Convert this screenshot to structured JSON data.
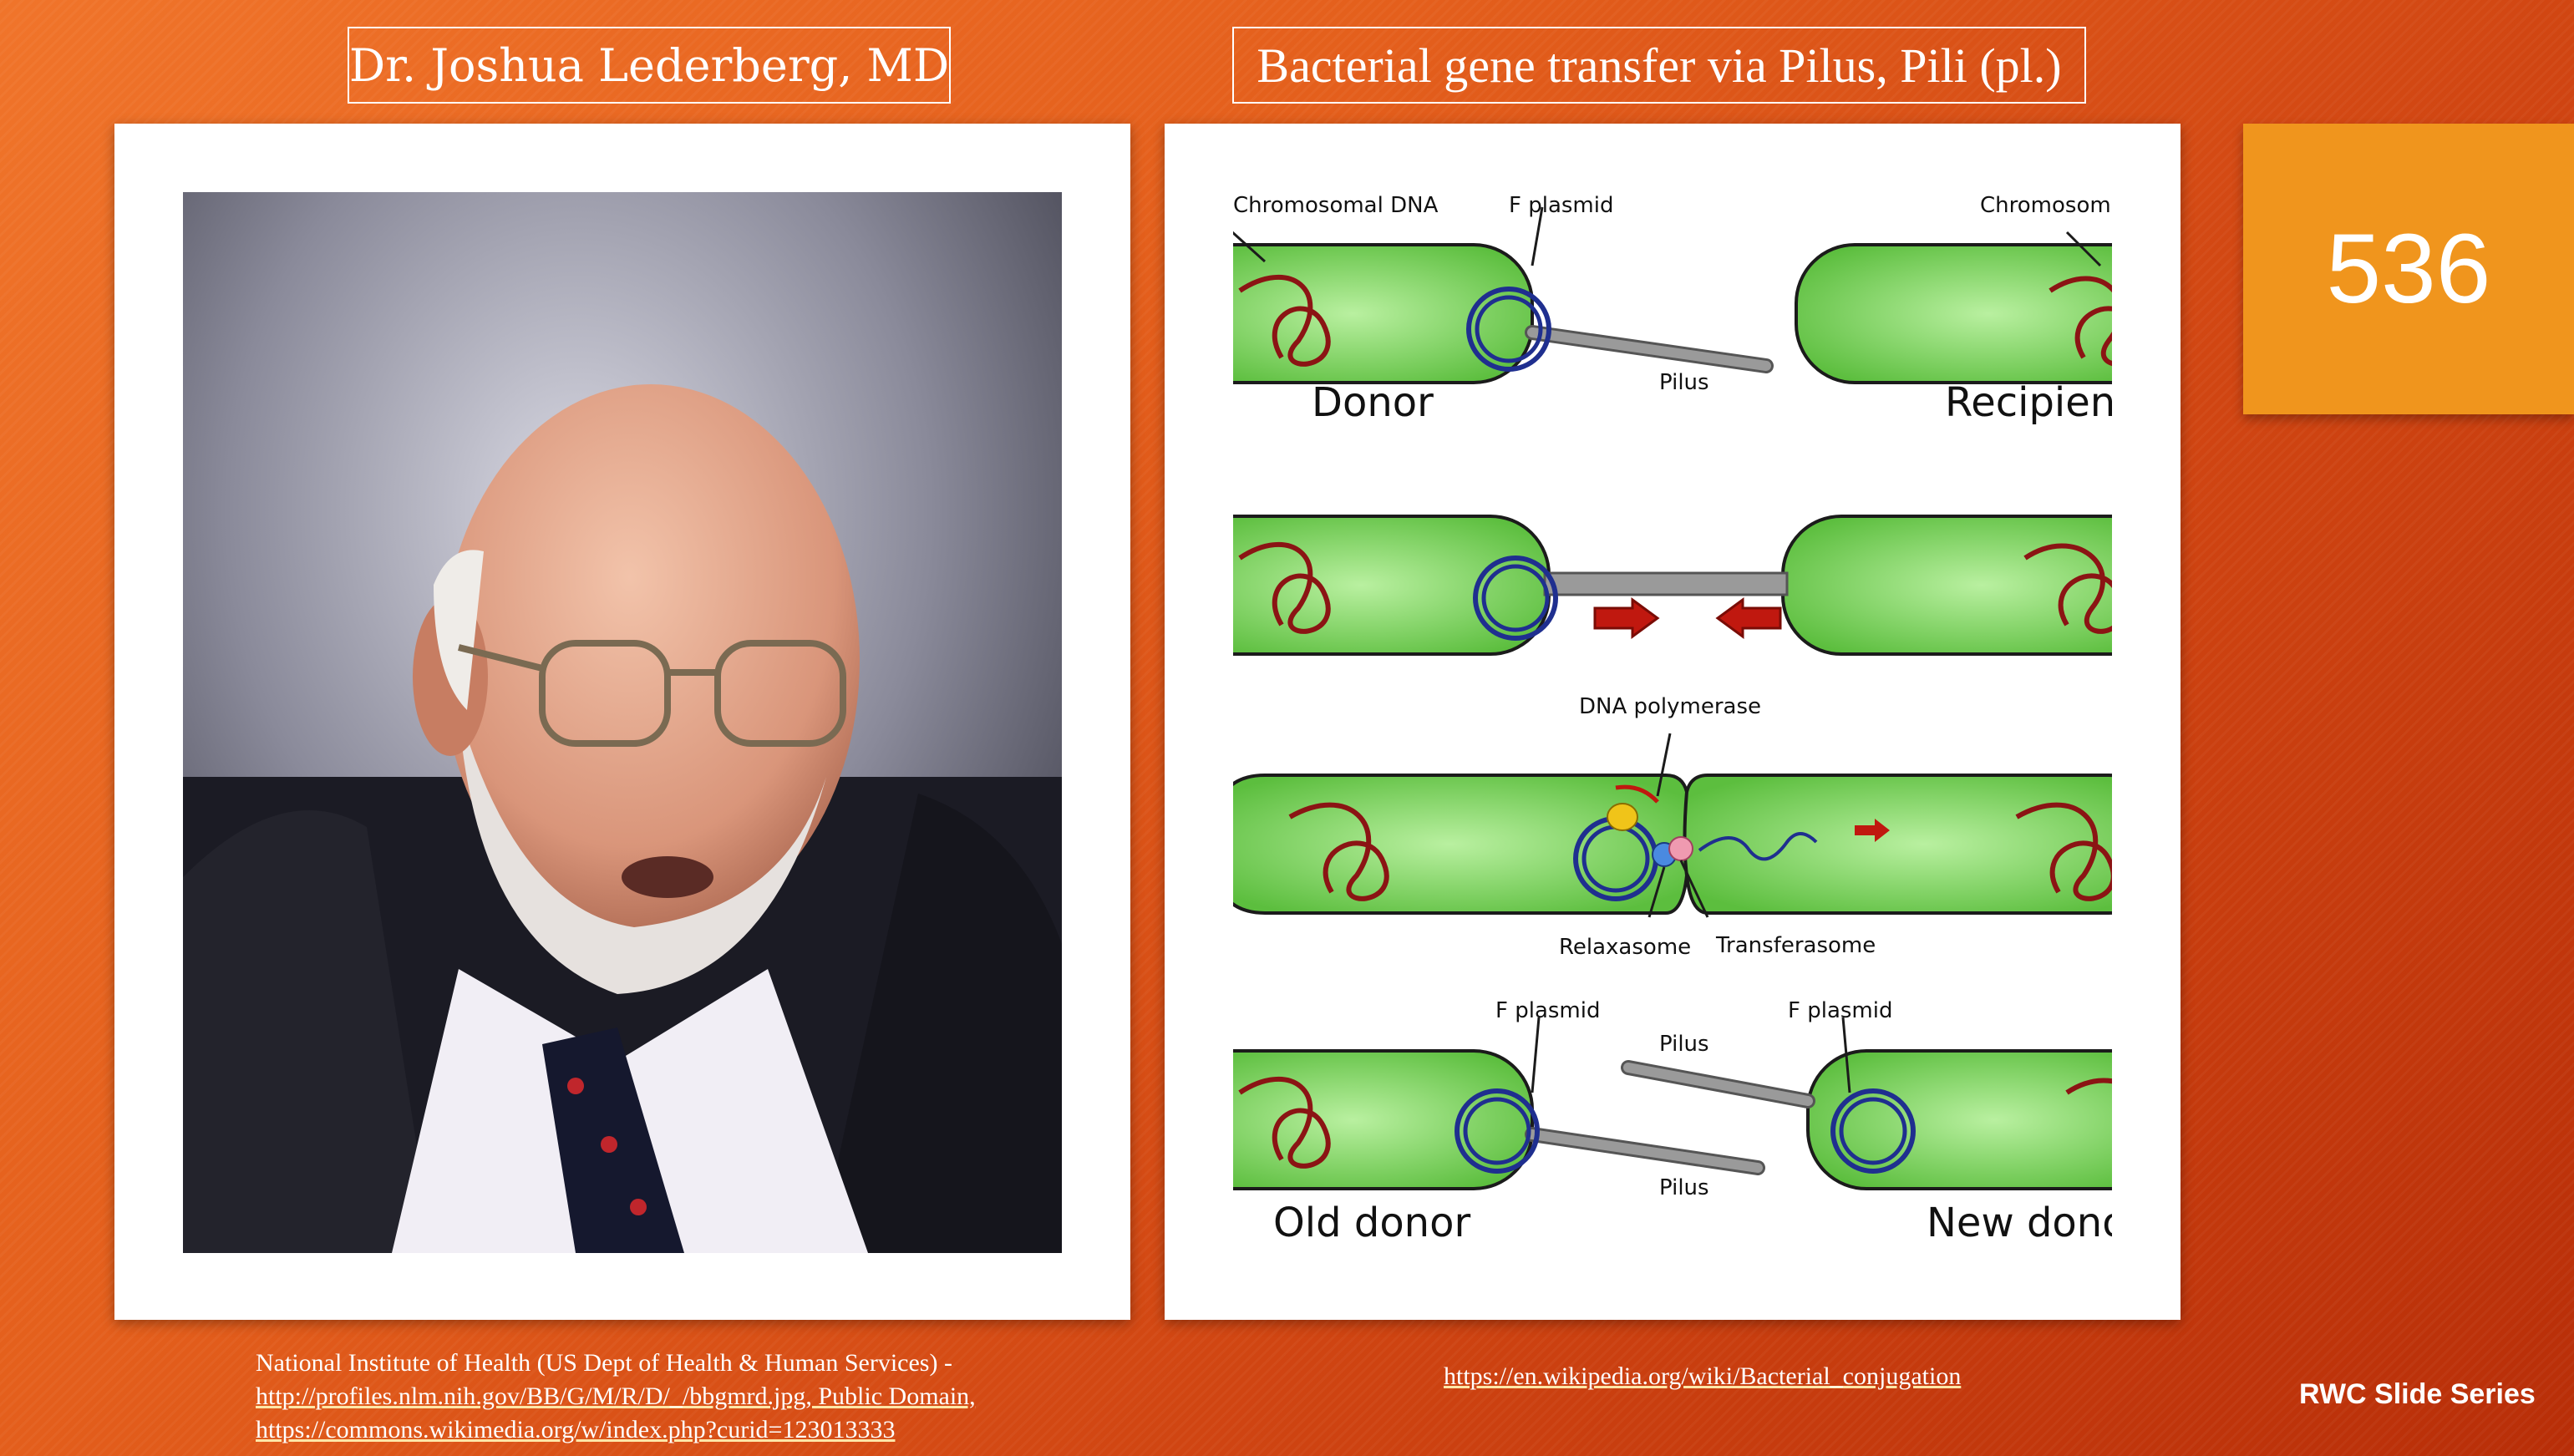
{
  "slide": {
    "title_left": "Dr. Joshua Lederberg, MD",
    "title_right": "Bacterial gene transfer via Pilus, Pili (pl.)",
    "number": "536",
    "footer": "RWC Slide Series"
  },
  "photo": {
    "caption_lines": [
      "National Institute of Health (US Dept of Health & Human Services) -",
      "http://profiles.nlm.nih.gov/BB/G/M/R/D/_/bbgmrd.jpg, Public Domain,",
      "https://commons.wikimedia.org/w/index.php?curid=123013333"
    ]
  },
  "diagram": {
    "caption": "https://en.wikipedia.org/wiki/Bacterial_conjugation",
    "labels": {
      "chromosomal_dna": "Chromosomal DNA",
      "f_plasmid": "F plasmid",
      "chromosoma": "Chromosomal",
      "donor": "Donor",
      "pilus": "Pilus",
      "recipient": "Recipient",
      "dna_polymerase": "DNA polymerase",
      "relaxasome": "Relaxasome",
      "transferasome": "Transferasome",
      "old_donor": "Old donor",
      "new_donor": "New donor"
    }
  }
}
